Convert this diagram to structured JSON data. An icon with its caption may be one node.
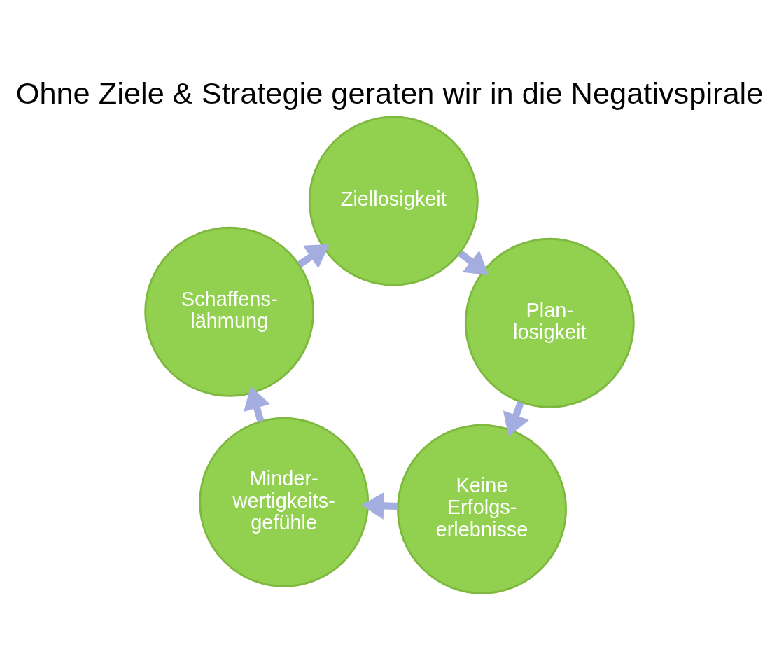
{
  "diagram": {
    "title": "Ohne Ziele & Strategie geraten wir in die Negativspirale",
    "nodes": [
      {
        "text": [
          "Ziellosigkeit"
        ]
      },
      {
        "text": [
          "Plan- losigkeit"
        ]
      },
      {
        "text": [
          "Keine Erfolgs- erlebnisse"
        ]
      },
      {
        "text": [
          "Minder- wertigkeits- gefühle"
        ]
      },
      {
        "text": [
          "Schaffens- lähmung"
        ]
      }
    ],
    "edges": [
      {
        "from": 0,
        "to": 1,
        "arrow": "to"
      },
      {
        "from": 1,
        "to": 2,
        "arrow": "to"
      },
      {
        "from": 2,
        "to": 3,
        "arrow": "to"
      },
      {
        "from": 3,
        "to": 4,
        "arrow": "to"
      },
      {
        "from": 4,
        "to": 0,
        "arrow": "to"
      }
    ]
  }
}
